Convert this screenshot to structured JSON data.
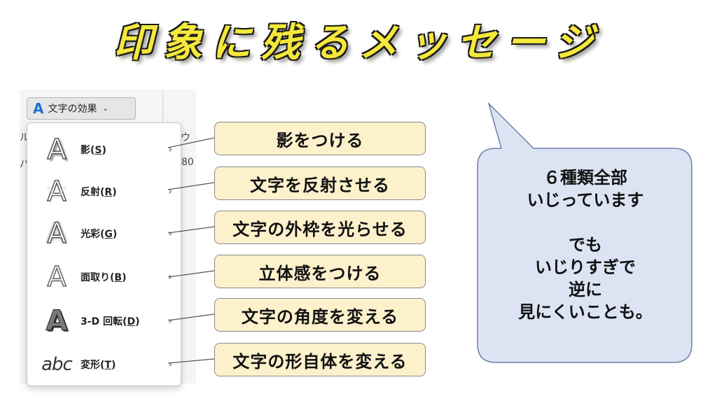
{
  "title": "印象に残るメッセージ",
  "ribbon": {
    "effect_button_label": "文字の効果",
    "fragment_1": "ル",
    "fragment_2": "パ",
    "fragment_3": "ウ",
    "fragment_4": "80"
  },
  "menu": {
    "items": [
      {
        "label_prefix": "影(",
        "accel": "S",
        "label_suffix": ")",
        "icon": "shadow-a-icon"
      },
      {
        "label_prefix": "反射(",
        "accel": "R",
        "label_suffix": ")",
        "icon": "reflection-a-icon"
      },
      {
        "label_prefix": "光彩(",
        "accel": "G",
        "label_suffix": ")",
        "icon": "glow-a-icon"
      },
      {
        "label_prefix": "面取り(",
        "accel": "B",
        "label_suffix": ")",
        "icon": "bevel-a-icon"
      },
      {
        "label_prefix": "3-D 回転(",
        "accel": "D",
        "label_suffix": ")",
        "icon": "rotation-3d-a-icon"
      },
      {
        "label_prefix": "変形(",
        "accel": "T",
        "label_suffix": ")",
        "icon": "transform-abc-icon"
      }
    ],
    "warp_glyph": "abc",
    "a_glyph": "A"
  },
  "callouts": [
    "影をつける",
    "文字を反射させる",
    "文字の外枠を光らせる",
    "立体感をつける",
    "文字の角度を変える",
    "文字の形自体を変える"
  ],
  "bubble": {
    "line_1": "６種類全部",
    "line_2": "いじっています",
    "line_3": "でも",
    "line_4": "いじりすぎで",
    "line_5": "逆に",
    "line_6": "見にくいことも。"
  },
  "colors": {
    "title_fill": "#f4e83a",
    "callout_fill": "#fdf1cc",
    "bubble_fill": "#dce4f4",
    "accent_blue": "#1f6fd1"
  }
}
